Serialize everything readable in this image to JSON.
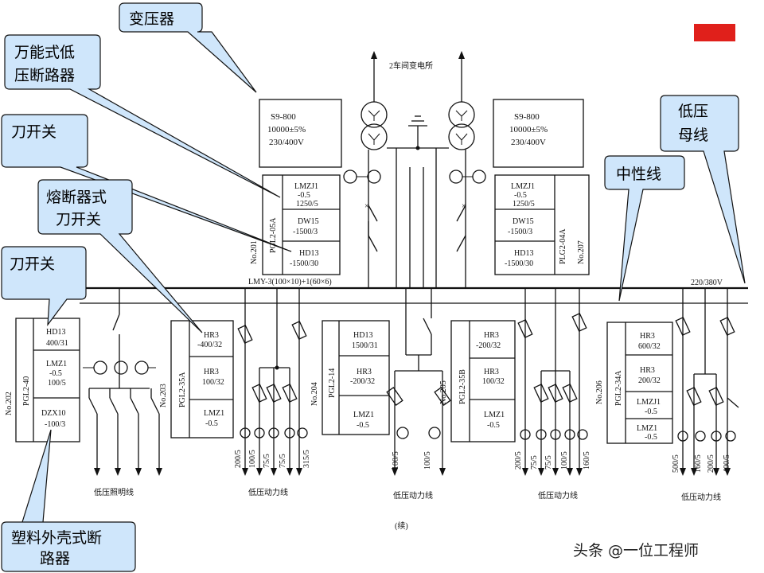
{
  "callouts": {
    "transformer": [
      "变压器"
    ],
    "universal_breaker": [
      "万能式低",
      "压断路器"
    ],
    "knife_switch_top": [
      "刀开关"
    ],
    "fuse_knife_switch": [
      "熔断器式",
      "刀开关"
    ],
    "knife_switch_left": [
      "刀开关"
    ],
    "plastic_breaker": [
      "塑料外壳式断",
      "路器"
    ],
    "low_voltage_bus": [
      "低压",
      "母线"
    ],
    "neutral_line": [
      "中性线"
    ]
  },
  "station_title": "2车间变电所",
  "transformer_left": [
    "S9-800",
    "10000±5%",
    "230/400V"
  ],
  "transformer_right": [
    "S9-800",
    "10000±5%",
    "230/400V"
  ],
  "panel_201": {
    "no": "No.201",
    "type": "PGL2-05A",
    "rows": [
      [
        "LMZJ1",
        "-0.5",
        "1250/5"
      ],
      [
        "DW15",
        "-1500/3"
      ],
      [
        "HD13",
        "-1500/30"
      ]
    ]
  },
  "panel_207": {
    "no": "No.207",
    "type": "PLG2-04A",
    "rows": [
      [
        "LMZJ1",
        "-0.5",
        "1250/5"
      ],
      [
        "DW15",
        "-1500/3"
      ],
      [
        "HD13",
        "-1500/30"
      ]
    ]
  },
  "bus_label": "LMY-3(100×10)+1(60×6)",
  "voltage_label": "220/380V",
  "panel_202": {
    "no": "No.202",
    "type": "PGL2-40",
    "rows": [
      [
        "HD13",
        "400/31"
      ],
      [
        "LMZ1",
        "-0.5",
        "100/5"
      ],
      [
        "DZX10",
        "-100/3"
      ]
    ]
  },
  "panel_203": {
    "no": "No.203",
    "type": "PGL2-35A",
    "rows": [
      [
        "HR3",
        "-400/32"
      ],
      [
        "HR3",
        "100/32"
      ],
      [
        "LMZ1",
        "-0.5"
      ]
    ]
  },
  "panel_204": {
    "no": "No.204",
    "type": "PGL2-14",
    "rows": [
      [
        "HD13",
        "1500/31"
      ],
      [
        "HR3",
        "-200/32"
      ],
      [
        "LMZ1",
        "-0.5"
      ]
    ]
  },
  "panel_205": {
    "no": "No.205",
    "type": "PGL2-35B",
    "rows": [
      [
        "HR3",
        "-200/32"
      ],
      [
        "HR3",
        "100/32"
      ],
      [
        "LMZ1",
        "-0.5"
      ]
    ]
  },
  "panel_206": {
    "no": "No.206",
    "type": "PGL2-34A",
    "rows": [
      [
        "HR3",
        "600/32"
      ],
      [
        "HR3",
        "200/32"
      ],
      [
        "LMZJ1",
        "-0.5"
      ],
      [
        "LMZ1",
        "-0.5"
      ]
    ]
  },
  "feeder_ratings": {
    "p203": [
      "200/5",
      "100/5",
      "75/5",
      "75/5",
      "315/5"
    ],
    "p204": [
      "100/5",
      "100/5"
    ],
    "p205": [
      "200/5",
      "75/5",
      "75/5",
      "100/5",
      "160/5"
    ],
    "p206": [
      "500/5",
      "160/5",
      "200/5",
      "400/5"
    ]
  },
  "bottom_labels": [
    "低压照明线",
    "低压动力线",
    "低压动力线",
    "低压动力线",
    "低压动力线"
  ],
  "caption": "(续)",
  "watermark": "头条 @一位工程师",
  "colors": {
    "callout_fill": "#cfe6fb",
    "corner_mark": "#e0201b",
    "line": "#111111"
  }
}
